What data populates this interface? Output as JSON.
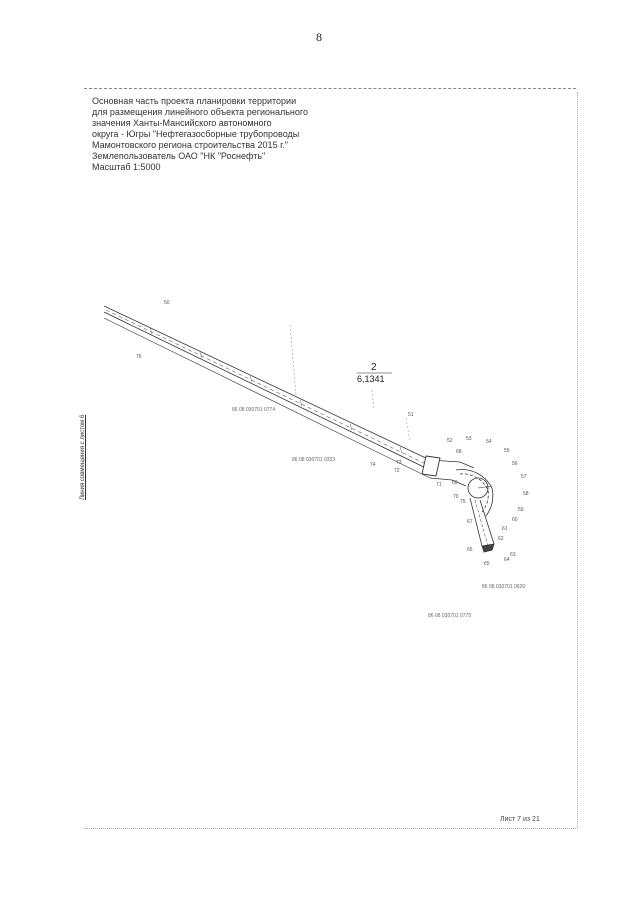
{
  "page_number": "8",
  "title_block": {
    "lines": [
      "Основная часть проекта планировки территории",
      "для размещения линейного объекта регионального",
      "значения Ханты-Мансийского автономного",
      "округа - Югры \"Нефтегазосборные трубопроводы",
      "Мамонтовского региона строительства 2015 г.\"",
      "Землепользователь ОАО \"НК \"Роснефть\"",
      "Масштаб 1:5000"
    ]
  },
  "match_line_label": "Линия совмещения с листом 6",
  "area_label": {
    "number": "2",
    "value": "6,1341"
  },
  "cadastral_numbers": [
    "86 08 030701 0774",
    "86 08 030701 0333",
    "86 08 030701 0620",
    "86 08 030701 0775"
  ],
  "point_labels": [
    "50",
    "76",
    "51",
    "52",
    "53",
    "54",
    "55",
    "56",
    "57",
    "58",
    "59",
    "60",
    "61",
    "62",
    "63",
    "64",
    "65",
    "66",
    "67",
    "68",
    "69",
    "70",
    "71",
    "72",
    "73",
    "74",
    "75"
  ],
  "footer": {
    "sheet_text": "Лист 7 из 21"
  }
}
